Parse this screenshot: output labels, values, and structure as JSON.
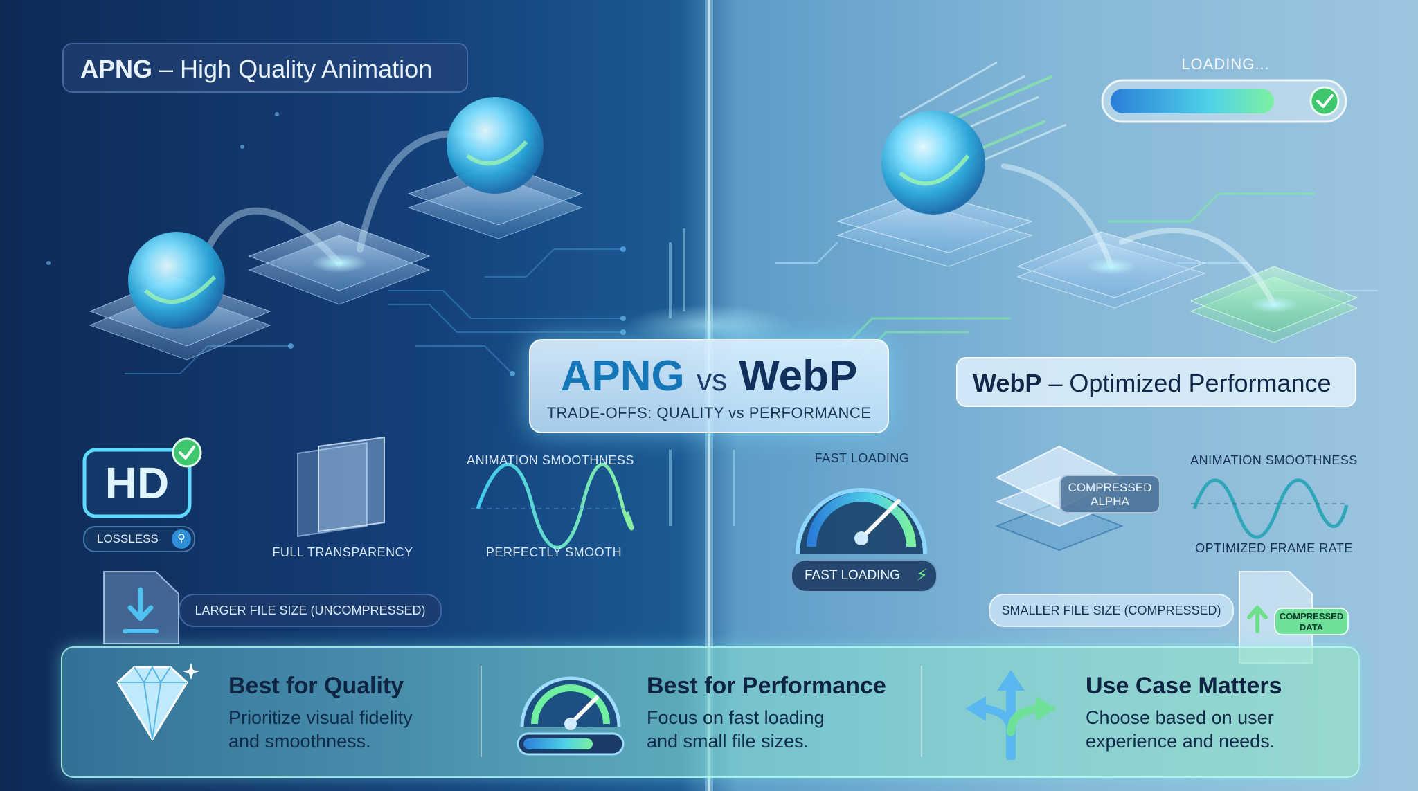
{
  "header": {
    "left_title_bold": "APNG",
    "left_title_rest": " – High Quality Animation",
    "right_title_bold": "WebP",
    "right_title_rest": " – Optimized Performance",
    "loading": "LOADING..."
  },
  "center": {
    "apng": "APNG",
    "vs": "vs",
    "webp": "WebP",
    "subtitle": "TRADE-OFFS: QUALITY vs PERFORMANCE"
  },
  "left": {
    "hd": "HD",
    "lossless": "LOSSLESS",
    "transparency": "FULL TRANSPARENCY",
    "smooth_title": "ANIMATION SMOOTHNESS",
    "smooth_value": "PERFECTLY SMOOTH",
    "file_size": "LARGER FILE SIZE (UNCOMPRESSED)"
  },
  "right": {
    "fast_title": "FAST LOADING",
    "fast_badge": "FAST LOADING",
    "alpha_line1": "COMPRESSED",
    "alpha_line2": "ALPHA",
    "smooth_title": "ANIMATION SMOOTHNESS",
    "smooth_value": "OPTIMIZED FRAME RATE",
    "file_size": "SMALLER FILE SIZE (COMPRESSED)",
    "data_line1": "COMPRESSED",
    "data_line2": "DATA"
  },
  "bottom": [
    {
      "title": "Best for Quality",
      "line1": "Prioritize visual fidelity",
      "line2": "and smoothness."
    },
    {
      "title": "Best for Performance",
      "line1": "Focus on fast loading",
      "line2": "and small file sizes."
    },
    {
      "title": "Use Case Matters",
      "line1": "Choose based on user",
      "line2": "experience and needs."
    }
  ],
  "colors": {
    "left_bg": "#14407a",
    "right_bg": "#86b8d8",
    "accent_green": "#5ee08a",
    "accent_cyan": "#5fd8ff"
  }
}
